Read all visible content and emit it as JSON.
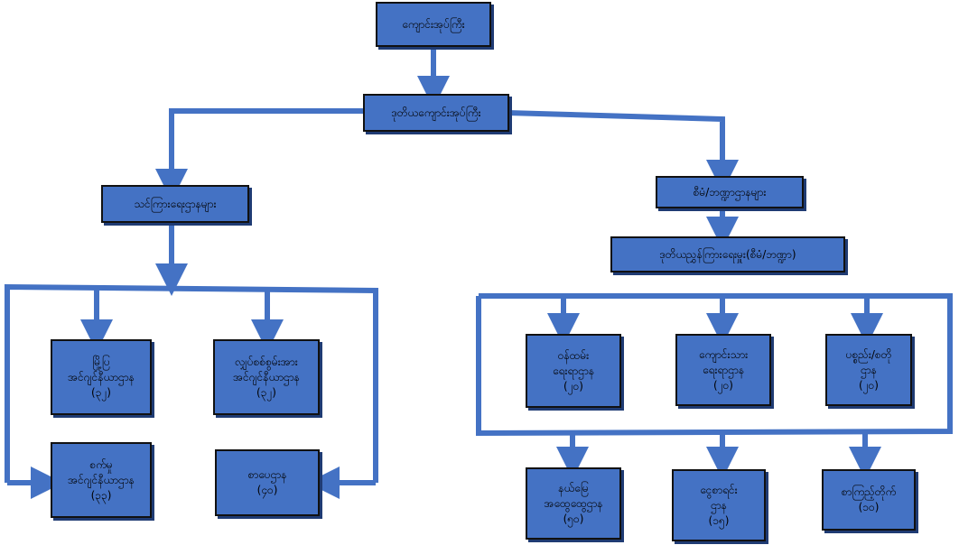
{
  "colors": {
    "box_fill": "#4472c4",
    "connector": "#4472c4",
    "box_border": "#111111",
    "text": "#000000"
  },
  "nodes": {
    "root": "ကျောင်းအုပ်ကြီး",
    "deputy": "ဒုတိယကျောင်းအုပ်ကြီး",
    "academic": "သင်ကြားရေးဌာနများ",
    "business": "စီမံ/ဘဏ္ဍာဌာနများ",
    "deputy_admin": "ဒုတိယညွှန်ကြားရေးမှူး(စီမံ/ဘဏ္ဍာ)",
    "myanmar_eng": "မြို့ပြ\nအင်ဂျင်နီယာဌာန\n(၃၂)",
    "mechatronics": "လျှပ်စစ်စွမ်းအား\nအင်ဂျင်နီယာဌာန\n(၃၂)",
    "mechanical": "စက်မှု\nအင်ဂျင်နီယာဌာန\n(၃၃)",
    "library": "စာပေဌာန\n(၄၀)",
    "staff_affairs": "ဝန်ထမ်း\nရေးရာဌာန\n(၂၀)",
    "student_affairs": "ကျောင်းသား\nရေးရာဌာန\n(၂၀)",
    "procurement": "ပစ္စည်း/စတို\nဌာန\n(၂၀)",
    "land": "နယ်မြေ\nအထွေထွေဌာန\n(၅၀)",
    "finance": "ငွေစာရင်း\nဌာန\n(၁၅)",
    "library_office": "စာကြည့်တိုက်\n(၁၀)"
  }
}
